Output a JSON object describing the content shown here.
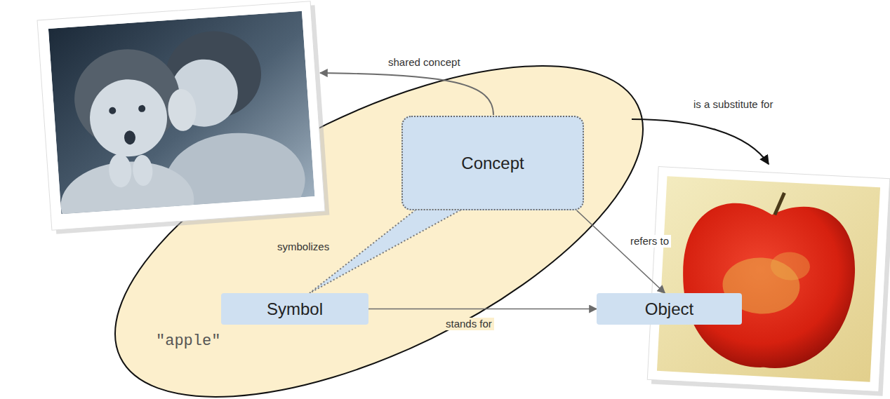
{
  "diagram": {
    "nodes": [
      {
        "text": [
          "\"apple\""
        ]
      },
      {
        "text": [
          "Concept"
        ],
        "in": 0
      },
      {
        "text": [
          "Symbol"
        ],
        "in": 0
      },
      {
        "text": [
          "Object"
        ]
      }
    ],
    "edges": [
      {
        "from": 2,
        "to": 3,
        "arrow": "to",
        "label": "stands for"
      },
      {
        "from": 1,
        "to": 3,
        "arrow": "to",
        "label": "refers to"
      },
      {
        "from": 2,
        "to": 1,
        "arrow": "none",
        "label": "symbolizes"
      }
    ],
    "labels": [
      "shared concept",
      "is a substitute for"
    ]
  }
}
